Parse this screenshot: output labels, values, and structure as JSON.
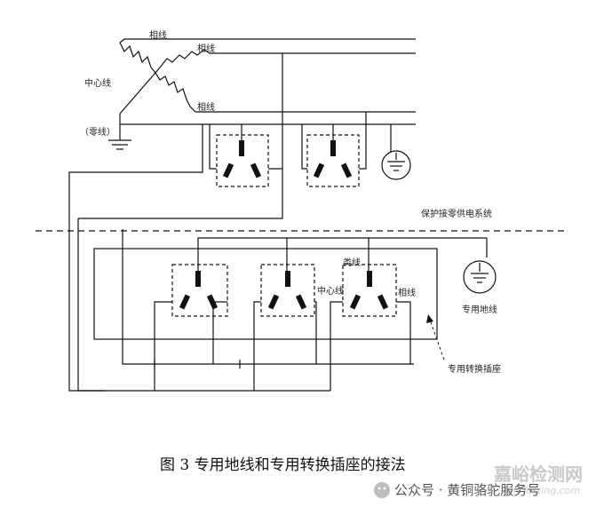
{
  "labels": {
    "phase_a": "相线",
    "phase_b": "相线",
    "phase_c": "相线",
    "neutral_center": "中心线",
    "neutral_zero": "（零线）",
    "system_title": "保护接零供电系统",
    "phase_lower": "相线",
    "neutral_lower": "中心线",
    "ground_lower": "类线",
    "dedicated_ground": "专用地线",
    "dedicated_socket": "专用转换插座"
  },
  "caption": "图 3  专用地线和专用转换插座的接法",
  "watermark": {
    "site_name": "嘉峪检测网",
    "site_url": "AnyTesting.com"
  },
  "footer": {
    "source": "公众号 · 黄铜骆驼服务号"
  }
}
